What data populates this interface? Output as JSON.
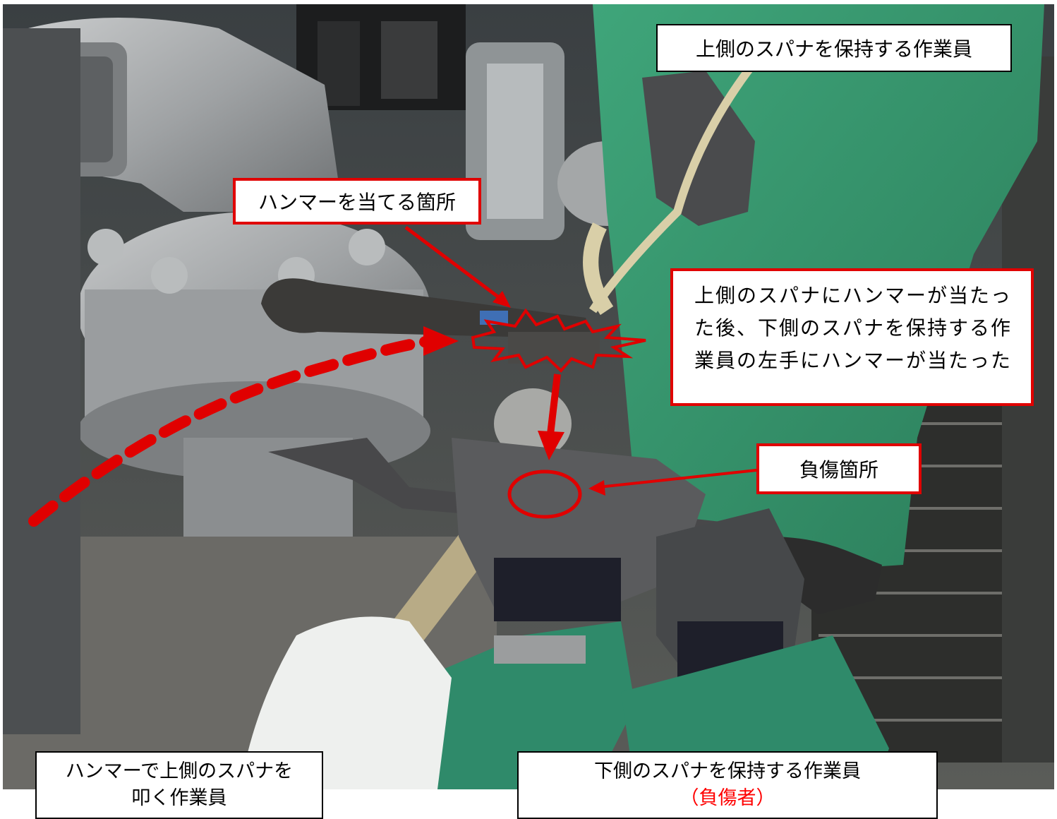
{
  "labels": {
    "top_worker": "上側のスパナを保持する作業員",
    "hammer_point": "ハンマーを当てる箇所",
    "event_description": "上側のスパナにハンマーが当たった後、下側のスパナを保持する作業員の左手にハンマーが当たった",
    "injury_site": "負傷箇所",
    "hammer_worker": "ハンマーで上側のスパナを叩く作業員",
    "bottom_worker": "下側のスパナを保持する作業員",
    "bottom_worker_note": "（負傷者）"
  },
  "colors": {
    "annotation_red": "#e00000",
    "label_border": "#000000"
  }
}
